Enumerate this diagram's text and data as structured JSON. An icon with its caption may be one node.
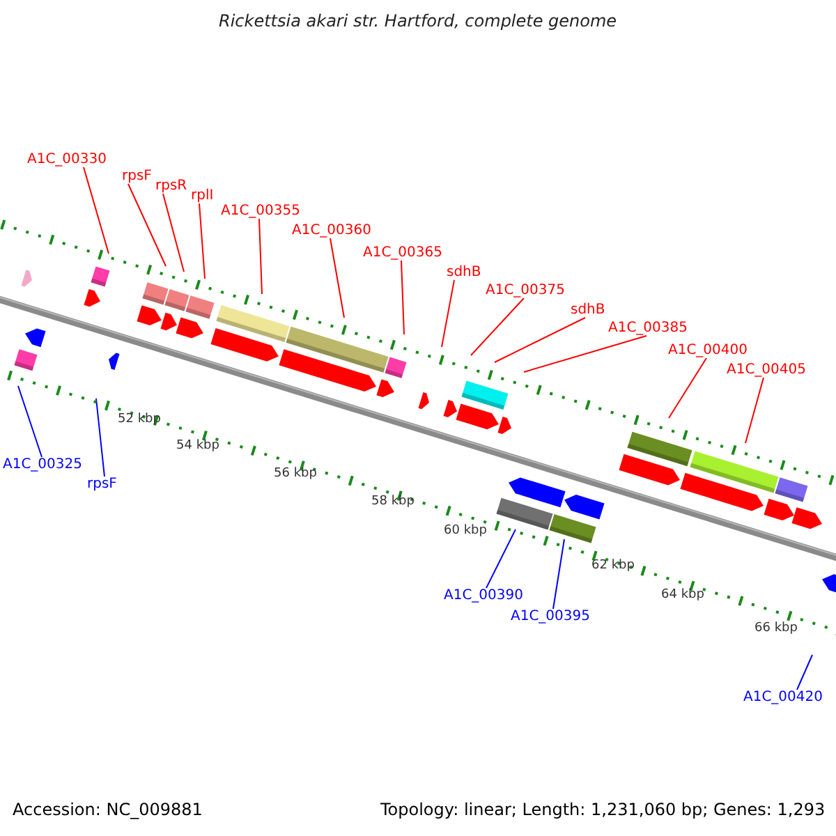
{
  "diagram": {
    "title": "Rickettsia akari str. Hartford, complete genome",
    "nodes": [
      {
        "text": [
          "A1C_00330"
        ]
      },
      {
        "text": [
          "rpsF"
        ]
      },
      {
        "text": [
          "rpsR"
        ]
      },
      {
        "text": [
          "rplI"
        ]
      },
      {
        "text": [
          "A1C_00355"
        ]
      },
      {
        "text": [
          "A1C_00360"
        ]
      },
      {
        "text": [
          "A1C_00365"
        ]
      },
      {
        "text": [
          "sdhB"
        ]
      },
      {
        "text": [
          "A1C_00375"
        ]
      },
      {
        "text": [
          "sdhB"
        ]
      },
      {
        "text": [
          "A1C_00385"
        ]
      },
      {
        "text": [
          "A1C_00400"
        ]
      },
      {
        "text": [
          "A1C_00405"
        ]
      },
      {
        "text": [
          "A1C_00325"
        ]
      },
      {
        "text": [
          "rpsF"
        ]
      },
      {
        "text": [
          "A1C_00390"
        ]
      },
      {
        "text": [
          "A1C_00395"
        ]
      },
      {
        "text": [
          "A1C_00420"
        ]
      }
    ],
    "edges": [
      {
        "from": 0,
        "to": null,
        "arrow": "none"
      },
      {
        "from": 1,
        "to": null,
        "arrow": "none"
      },
      {
        "from": 2,
        "to": null,
        "arrow": "none"
      },
      {
        "from": 3,
        "to": null,
        "arrow": "none"
      },
      {
        "from": 4,
        "to": null,
        "arrow": "none"
      },
      {
        "from": 5,
        "to": null,
        "arrow": "none"
      },
      {
        "from": 6,
        "to": null,
        "arrow": "none"
      },
      {
        "from": 7,
        "to": null,
        "arrow": "none"
      },
      {
        "from": 8,
        "to": null,
        "arrow": "none"
      },
      {
        "from": 9,
        "to": null,
        "arrow": "none"
      },
      {
        "from": 10,
        "to": null,
        "arrow": "none"
      },
      {
        "from": 11,
        "to": null,
        "arrow": "none"
      },
      {
        "from": 12,
        "to": null,
        "arrow": "none"
      },
      {
        "from": 13,
        "to": null,
        "arrow": "none",
        "color": "#0000ff"
      },
      {
        "from": 14,
        "to": null,
        "arrow": "none",
        "color": "#0000ff"
      },
      {
        "from": 15,
        "to": null,
        "arrow": "none",
        "color": "#0000ff"
      },
      {
        "from": 16,
        "to": null,
        "arrow": "none",
        "color": "#0000ff"
      },
      {
        "from": 17,
        "to": null,
        "arrow": "none",
        "color": "#0000ff"
      }
    ],
    "labels": [
      "52 kbp",
      "54 kbp",
      "56 kbp",
      "58 kbp",
      "60 kbp",
      "62 kbp",
      "64 kbp",
      "66 kbp",
      "Accession: NC_009881",
      "Topology: linear; Length: 1,231,060 bp; Genes: 1,293"
    ]
  }
}
